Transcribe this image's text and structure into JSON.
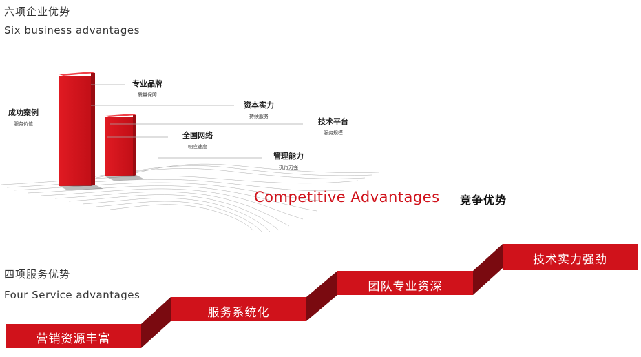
{
  "section1": {
    "title_cn": "六项企业优势",
    "title_en": "Six business advantages"
  },
  "advantages": [
    {
      "title": "成功案例",
      "sub": "服务价值"
    },
    {
      "title": "专业品牌",
      "sub": "质量保障"
    },
    {
      "title": "资本实力",
      "sub": "持续服务"
    },
    {
      "title": "技术平台",
      "sub": "服务规模"
    },
    {
      "title": "全国网络",
      "sub": "响应速度"
    },
    {
      "title": "管理能力",
      "sub": "执行力强"
    }
  ],
  "competitive": {
    "en": "Competitive Advantages",
    "cn": "竞争优势"
  },
  "section2": {
    "title_cn": "四项服务优势",
    "title_en": "Four Service advantages"
  },
  "steps": [
    {
      "label": "营销资源丰富"
    },
    {
      "label": "服务系统化"
    },
    {
      "label": "团队专业资深"
    },
    {
      "label": "技术实力强劲"
    }
  ],
  "colors": {
    "brand_red": "#d0121b",
    "dark_red": "#7a0a10"
  }
}
